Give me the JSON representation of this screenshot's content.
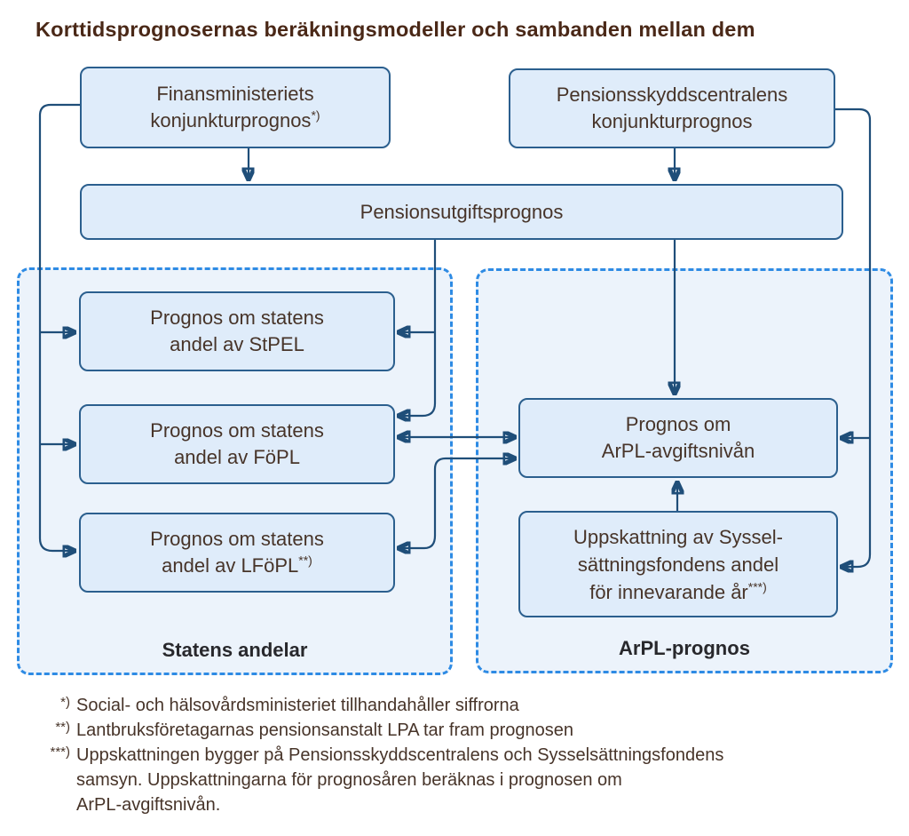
{
  "title": "Korttidsprognosernas beräkningsmodeller och sambanden mellan dem",
  "boxes": {
    "fm": {
      "line1": "Finansministeriets",
      "line2": "konjunkturprognos",
      "sup": "*)"
    },
    "psc": {
      "line1": "Pensionsskyddscentralens",
      "line2": "konjunkturprognos"
    },
    "utgift": {
      "label": "Pensionsutgiftsprognos"
    },
    "stpel": {
      "line1": "Prognos om statens",
      "line2": "andel av StPEL"
    },
    "fopl": {
      "line1": "Prognos om statens",
      "line2": "andel av FöPL"
    },
    "lfopl": {
      "line1": "Prognos om statens",
      "line2": "andel av LFöPL",
      "sup": "**)"
    },
    "arpl": {
      "line1": "Prognos om",
      "line2": "ArPL-avgiftsnivån"
    },
    "upp": {
      "line1": "Uppskattning av Syssel-",
      "line2": "sättningsfondens andel",
      "line3": "för innevarande år",
      "sup": "***)"
    }
  },
  "groups": {
    "statens": {
      "label": "Statens andelar"
    },
    "arpl": {
      "label": "ArPL-prognos"
    }
  },
  "footnotes": [
    {
      "marker": "*)",
      "lines": [
        "Social- och hälsovårdsministeriet tillhandahåller siffrorna"
      ]
    },
    {
      "marker": "**)",
      "lines": [
        "Lantbruksföretagarnas pensionsanstalt LPA tar fram prognosen"
      ]
    },
    {
      "marker": "***)",
      "lines": [
        "Uppskattningen bygger på Pensionsskyddscentralens och Sysselsättningsfondens",
        "samsyn. Uppskattningarna för prognosåren beräknas i prognosen om",
        "ArPL-avgiftsnivån."
      ]
    }
  ],
  "colors": {
    "title_text": "#4a2817",
    "box_fill": "#dfecfa",
    "box_border": "#2b5f8e",
    "box_text": "#473429",
    "arrow": "#1f4e79",
    "group_border": "#2e8be4",
    "group_fill": "#ecf3fb",
    "group_label_text": "#28282c"
  }
}
